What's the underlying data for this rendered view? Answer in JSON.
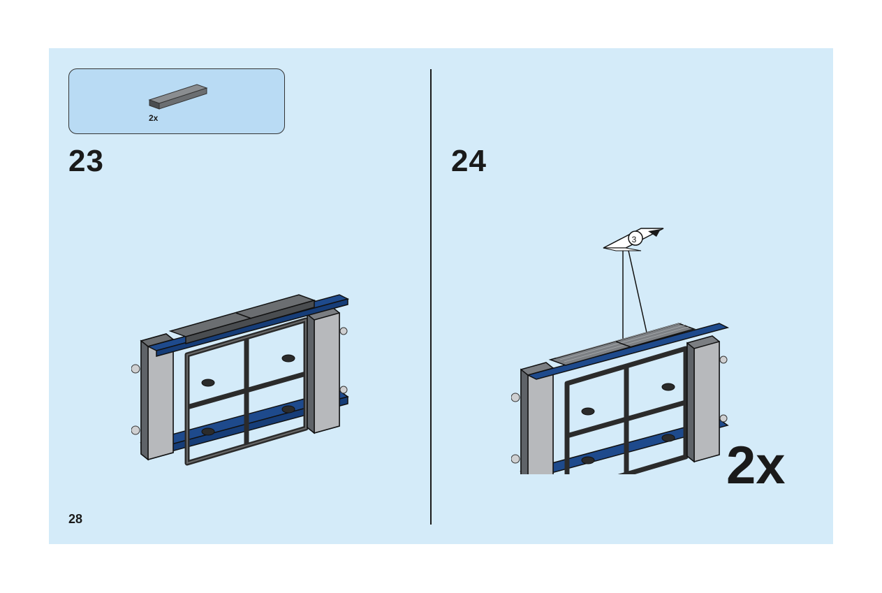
{
  "page": {
    "number": "28",
    "background_color": "#d4ebf9"
  },
  "parts_callout": {
    "items": [
      {
        "part": "dark-gray-tile-1x4",
        "quantity": "2x",
        "color": "#6b6b6b"
      }
    ]
  },
  "steps": [
    {
      "number": "23",
      "model": "window-frame-with-gray-top-bars"
    },
    {
      "number": "24",
      "model": "window-frame-with-printed-tiles",
      "sticker_callout": "3",
      "multiplier": "2x"
    }
  ],
  "colors": {
    "dark_gray": "#5f6368",
    "light_gray": "#b7b9bc",
    "dark_blue": "#1e4a8c",
    "black": "#1a1a1a"
  }
}
